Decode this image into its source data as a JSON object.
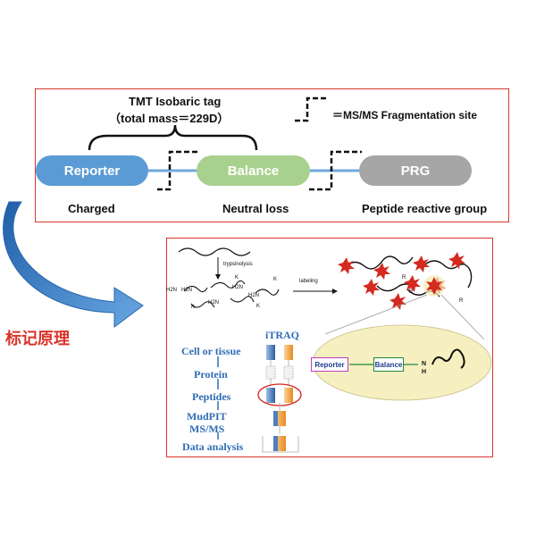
{
  "tmt": {
    "tag_title": "TMT Isobaric tag",
    "tag_mass": "（total mass＝229D）",
    "ms_legend": "＝MS/MS Fragmentation site",
    "reporter": "Reporter",
    "balance": "Balance",
    "prg": "PRG",
    "charged": "Charged",
    "neutral_loss": "Neutral loss",
    "peptide_reactive": "Peptide reactive group"
  },
  "side_label": "标记原理",
  "workflow": {
    "trypsinolysis": "trypsinolysis",
    "labeling": "labeling",
    "h2n": "H2N",
    "k": "K",
    "r": "R",
    "itraq": "iTRAQ",
    "steps": [
      "Cell or tissue",
      "Protein",
      "Peptides",
      "MudPIT",
      "MS/MS",
      "Data analysis"
    ],
    "inset_reporter": "Reporter",
    "inset_balance": "Balance",
    "inset_nh": "N",
    "inset_h": "H"
  },
  "colors": {
    "reporter": "#5b9bd5",
    "balance": "#a9d18e",
    "prg": "#a6a6a6",
    "linker": "#6fa8dc",
    "frame": "#d9342b",
    "workflow_text": "#2f6db5",
    "arrow": "#3d7fc9",
    "side_label": "#d9342b"
  }
}
